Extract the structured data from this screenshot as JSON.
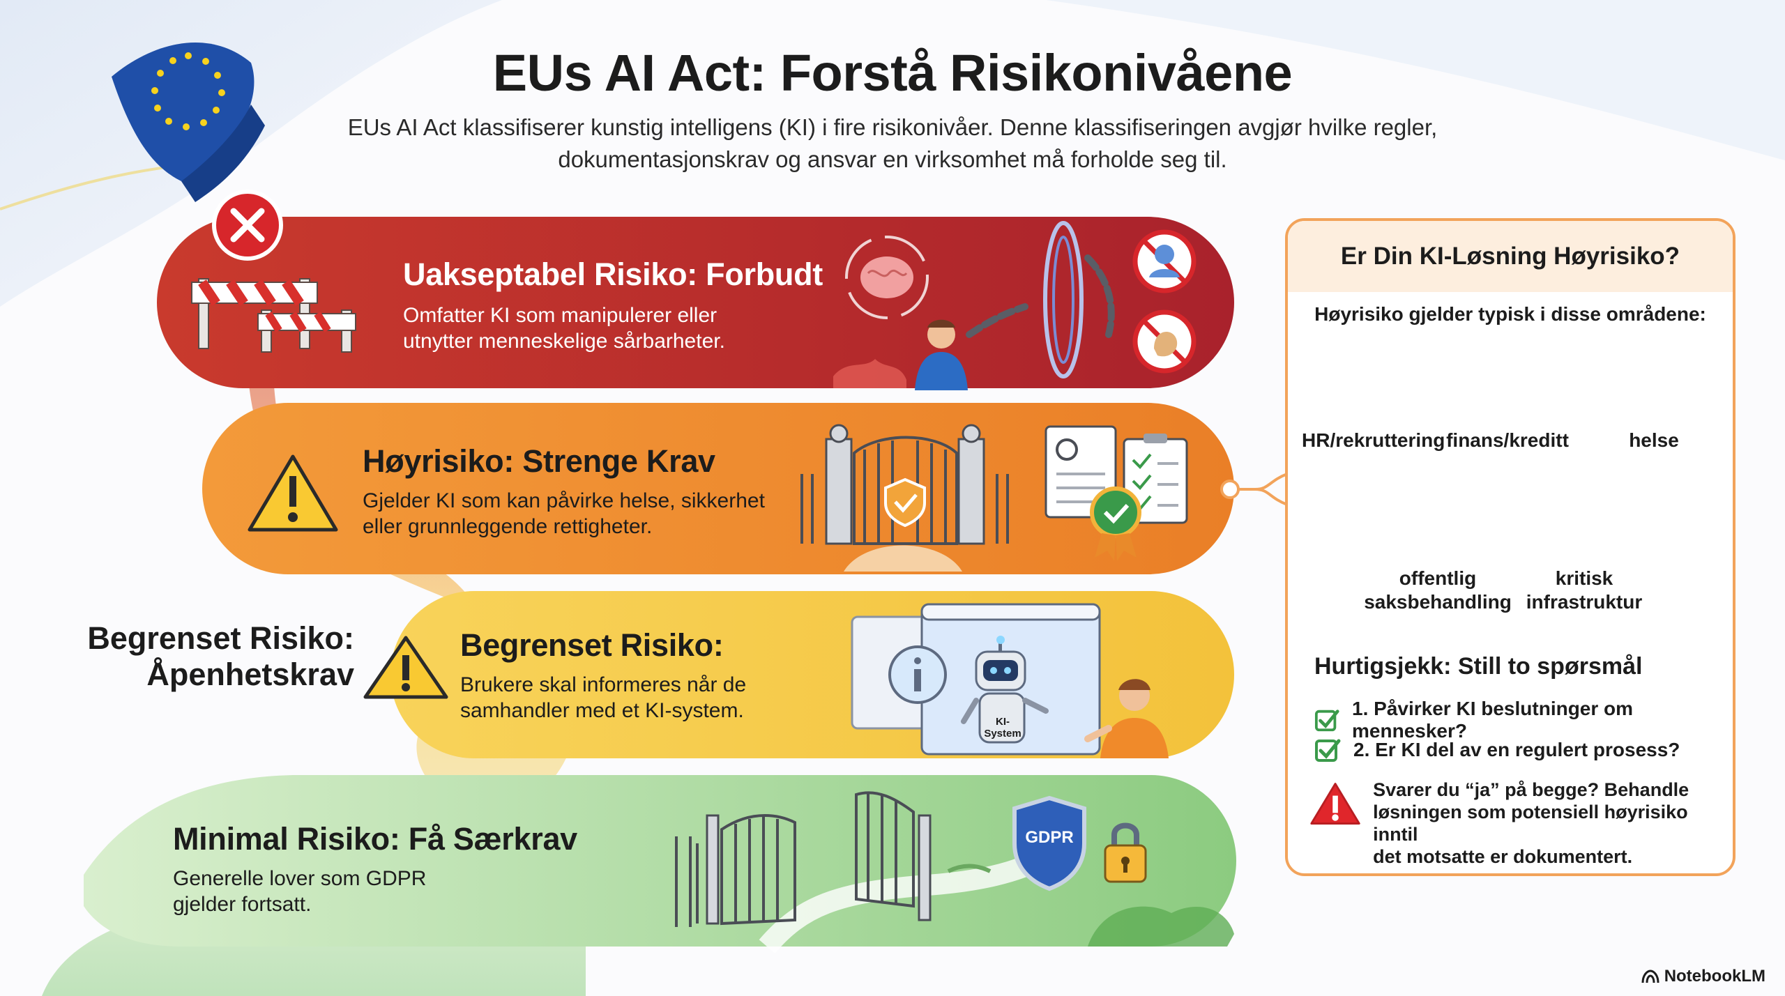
{
  "title": "EUs AI Act: Forstå Risikonivåene",
  "subtitle": "EUs AI Act klassifiserer kunstig intelligens (KI) i fire risikonivåer. Denne klassifiseringen avgjør hvilke regler, dokumentasjonskrav og ansvar en virksomhet må forholde seg til.",
  "levels": [
    {
      "title": "Uakseptabel Risiko: Forbudt",
      "desc_lines": [
        "Omfatter KI som manipulerer eller",
        "utnytter menneskelige sårbarheter."
      ],
      "color": "#b82a2e"
    },
    {
      "title": "Høyrisiko: Strenge Krav",
      "desc_lines": [
        "Gjelder KI som kan påvirke helse, sikkerhet",
        "eller grunnleggende rettigheter."
      ],
      "color": "#ee8a2e"
    },
    {
      "title": "Begrenset Risiko:",
      "desc_lines": [
        "Brukere skal informeres når de",
        "samhandler med et KI-system."
      ],
      "color": "#f6c845"
    },
    {
      "title": "Minimal Risiko: Få Særkrav",
      "desc_lines": [
        "Generelle lover som GDPR",
        "gjelder fortsatt."
      ],
      "color": "#8fcf85"
    }
  ],
  "side_label_lines": [
    "Begrenset Risiko:",
    "Åpenhetskrav"
  ],
  "robot_label_lines": [
    "KI-",
    "System"
  ],
  "gdpr_label": "GDPR",
  "panel": {
    "title": "Er Din KI-Løsning Høyrisiko?",
    "subtitle": "Høyrisiko gjelder typisk i disse områdene:",
    "areas": [
      {
        "lines": [
          "HR/rekruttering"
        ],
        "icon": "document-magnifier-icon"
      },
      {
        "lines": [
          "finans/kreditt"
        ],
        "icon": "coin-card-icon"
      },
      {
        "lines": [
          "helse"
        ],
        "icon": "heart-pulse-icon"
      },
      {
        "lines": [
          "offentlig",
          "saksbehandling"
        ],
        "icon": "government-building-icon"
      },
      {
        "lines": [
          "kritisk",
          "infrastruktur"
        ],
        "icon": "power-plant-icon"
      }
    ],
    "quick_check_title": "Hurtigsjekk: Still to spørsmål",
    "questions": [
      "1. Påvirker KI beslutninger om mennesker?",
      "2. Er KI del av en regulert prosess?"
    ],
    "warning_lines": [
      "Svarer du “ja” på begge? Behandle",
      "løsningen som potensiell høyrisiko inntil",
      "det motsatte er dokumentert."
    ]
  },
  "brand": "NotebookLM",
  "colors": {
    "red": "#b82a2e",
    "orange": "#ee8a2e",
    "yellow": "#f6c845",
    "green": "#8fcf85",
    "panel_border": "#f2a35a",
    "eu_blue": "#1f4fa8",
    "eu_star": "#f7d21e"
  }
}
